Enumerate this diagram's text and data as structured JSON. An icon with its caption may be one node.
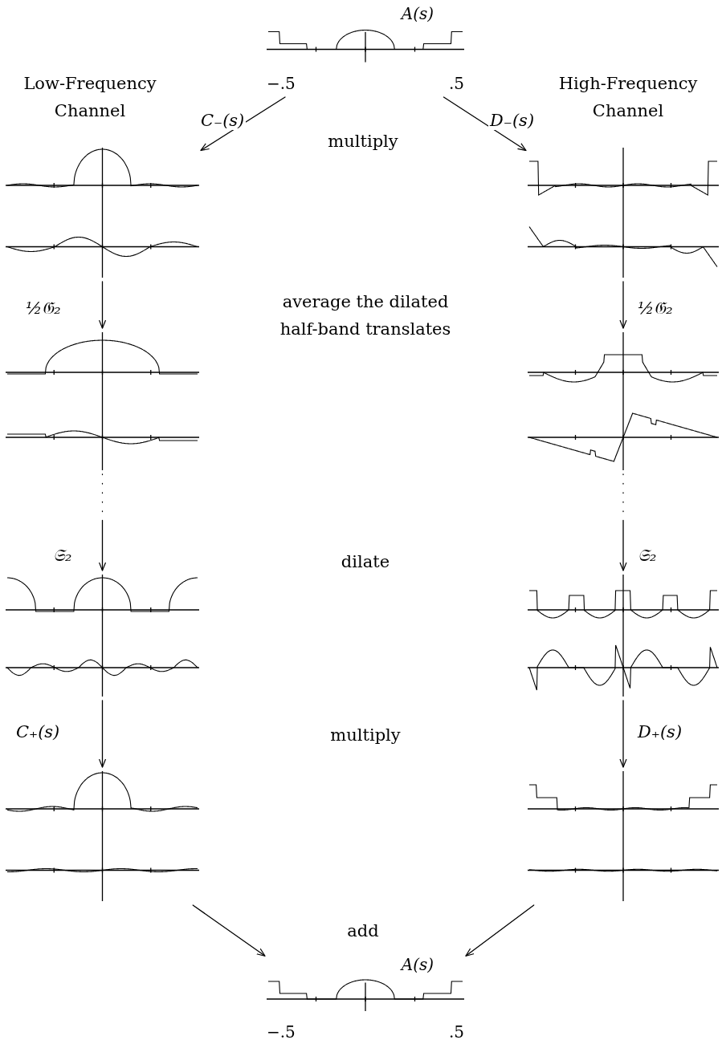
{
  "diagram": {
    "nodes": [
      {
        "text": [
          "A(s)",
          "−.5",
          ".5"
        ]
      },
      {
        "text": [],
        "shape": "picture"
      },
      {
        "text": [],
        "shape": "picture"
      },
      {
        "text": [],
        "shape": "picture"
      },
      {
        "text": [],
        "shape": "picture"
      },
      {
        "text": [],
        "shape": "picture"
      },
      {
        "text": [],
        "shape": "picture"
      },
      {
        "text": [],
        "shape": "picture"
      },
      {
        "text": [],
        "shape": "picture"
      },
      {
        "text": [
          "A(s)",
          "−.5",
          ".5"
        ]
      }
    ],
    "edges": [
      {
        "from": 0,
        "to": 1,
        "arrow": "to",
        "label": "C₋(s)"
      },
      {
        "from": 0,
        "to": 2,
        "arrow": "to",
        "label": "D₋(s)"
      },
      {
        "from": 1,
        "to": 3,
        "arrow": "to",
        "label": "½𝔊₂"
      },
      {
        "from": 2,
        "to": 4,
        "arrow": "to",
        "label": "½𝔊₂"
      },
      {
        "from": 3,
        "to": 5,
        "arrow": "to",
        "label": "𝔖₂",
        "style": "dashed"
      },
      {
        "from": 4,
        "to": 6,
        "arrow": "to",
        "label": "𝔖₂",
        "style": "dashed"
      },
      {
        "from": 5,
        "to": 7,
        "arrow": "to",
        "label": "C₊(s)"
      },
      {
        "from": 6,
        "to": 8,
        "arrow": "to",
        "label": "D₊(s)"
      },
      {
        "from": 7,
        "to": 9,
        "arrow": "to"
      },
      {
        "from": 8,
        "to": 9,
        "arrow": "to"
      }
    ],
    "labels": [
      "Low-Frequency Channel",
      "High-Frequency Channel",
      "multiply",
      "average the dilated half-band translates",
      "dilate",
      "multiply",
      "add"
    ]
  }
}
